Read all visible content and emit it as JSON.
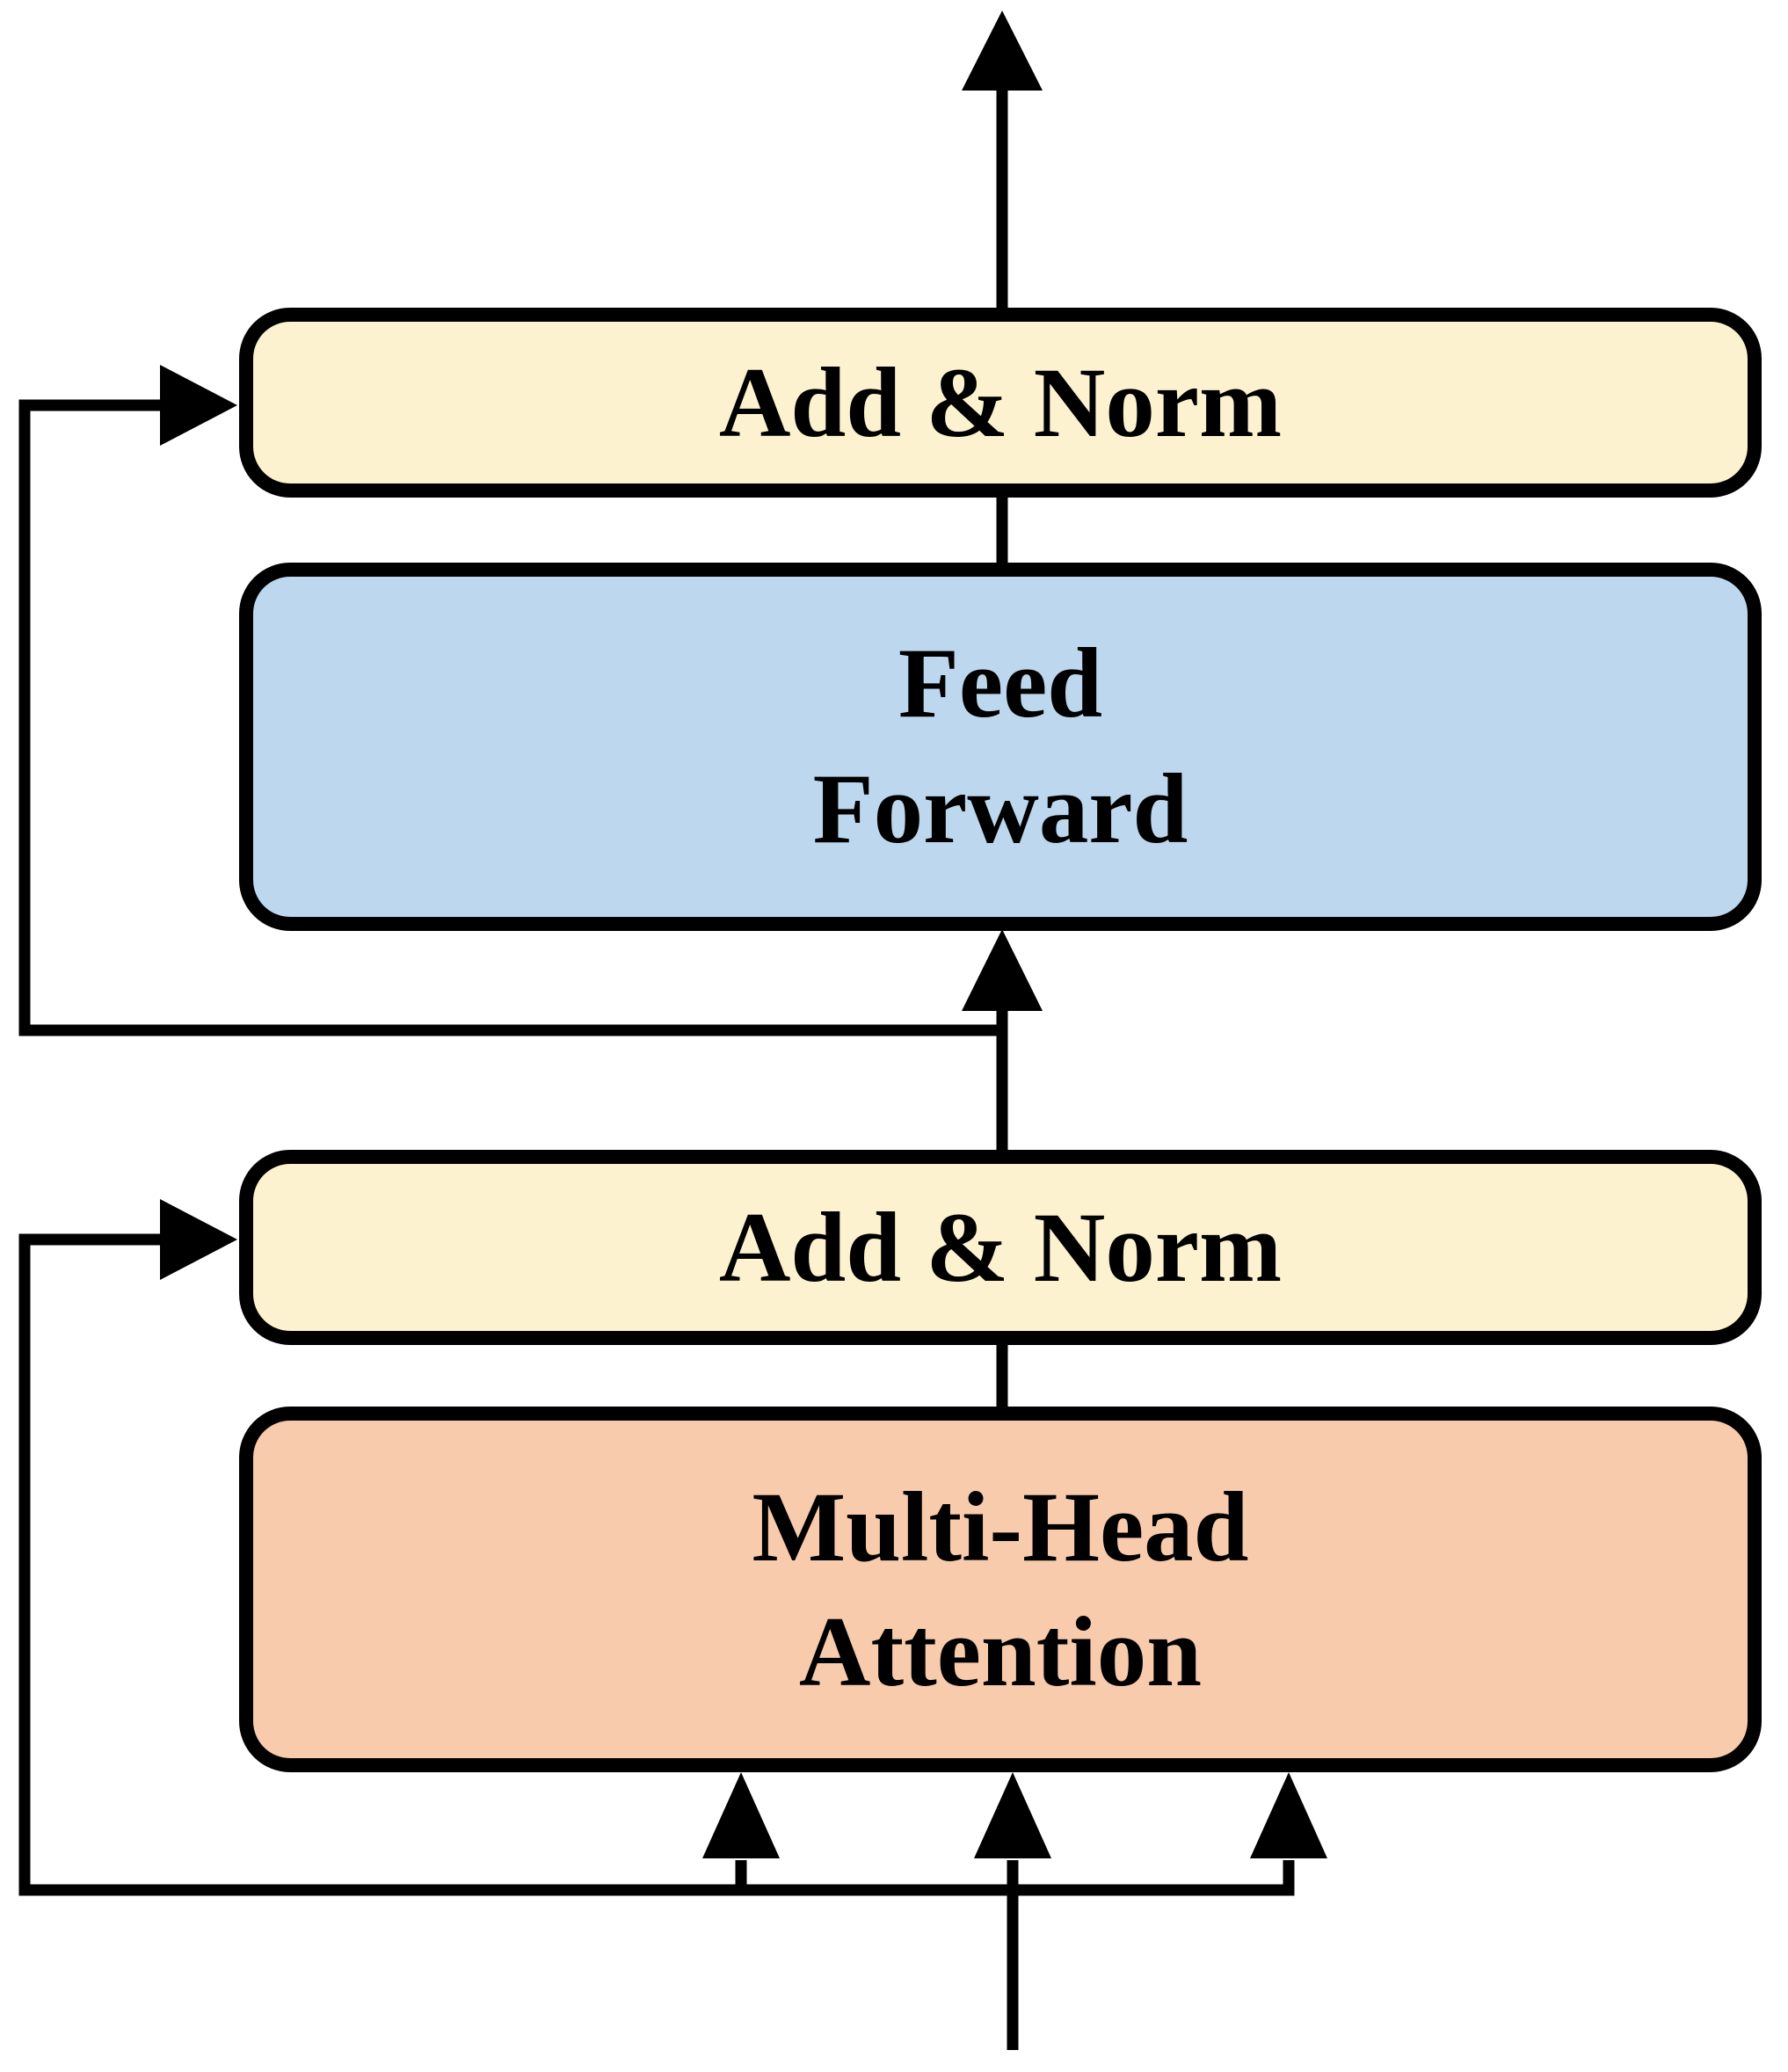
{
  "diagram": {
    "kind": "flowchart-block-diagram",
    "blocks": [
      {
        "id": "add-norm-top",
        "label": "Add & Norm",
        "lines": [
          "Add & Norm"
        ]
      },
      {
        "id": "feed-forward",
        "label": "Feed Forward",
        "lines": [
          "Feed",
          "Forward"
        ]
      },
      {
        "id": "add-norm-bottom",
        "label": "Add & Norm",
        "lines": [
          "Add & Norm"
        ]
      },
      {
        "id": "multi-head-attention",
        "label": "Multi-Head Attention",
        "lines": [
          "Multi-Head",
          "Attention"
        ]
      }
    ],
    "connections": [
      {
        "name": "output-arrow",
        "from": "add-norm-top",
        "to": "output-top"
      },
      {
        "name": "feed-forward-to-add-norm",
        "from": "feed-forward",
        "to": "add-norm-top"
      },
      {
        "name": "residual-skip-top",
        "from": "main-line-junction",
        "to": "add-norm-top-left"
      },
      {
        "name": "arrow-into-feed-forward",
        "from": "add-norm-bottom",
        "to": "feed-forward"
      },
      {
        "name": "attention-to-add-norm",
        "from": "multi-head-attention",
        "to": "add-norm-bottom"
      },
      {
        "name": "residual-skip-bottom",
        "from": "input-line-junction",
        "to": "add-norm-bottom-left"
      },
      {
        "name": "query-arrow",
        "from": "input-line",
        "to": "multi-head-attention"
      },
      {
        "name": "key-arrow",
        "from": "input-line",
        "to": "multi-head-attention"
      },
      {
        "name": "value-arrow",
        "from": "input-line",
        "to": "multi-head-attention"
      },
      {
        "name": "input-line",
        "from": "input-bottom",
        "to": "junction"
      }
    ]
  },
  "colors": {
    "add_norm_fill": "#FCF2CF",
    "feed_forward_fill": "#BDD7EE",
    "attention_fill": "#F8CBAD",
    "line": "#000000",
    "background": "#FFFFFF"
  }
}
